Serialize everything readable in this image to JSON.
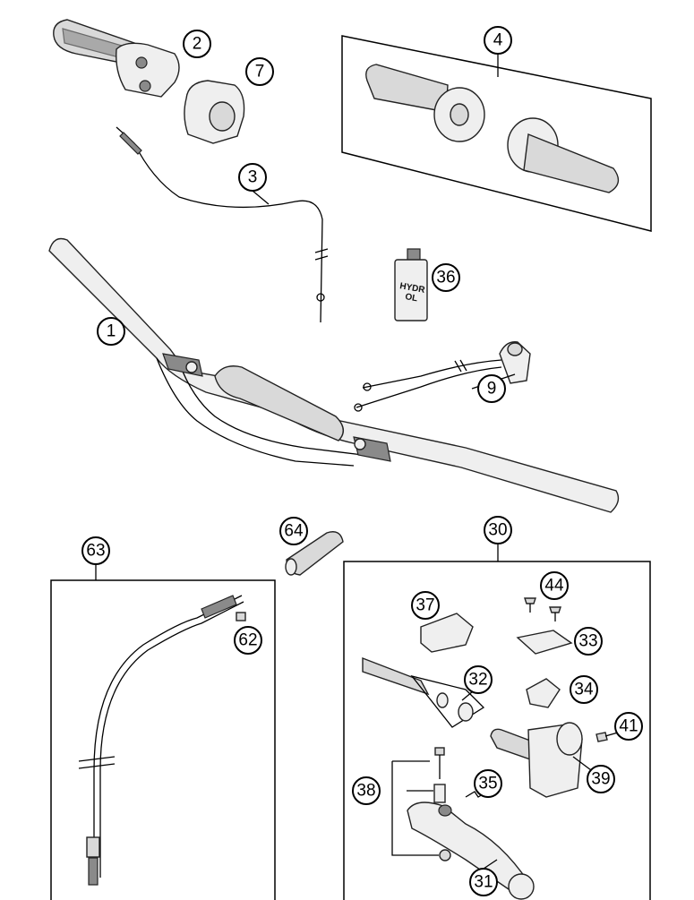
{
  "diagram": {
    "callouts": {
      "c1": "1",
      "c2": "2",
      "c3": "3",
      "c4": "4",
      "c7": "7",
      "c9": "9",
      "c30": "30",
      "c31": "31",
      "c32": "32",
      "c33": "33",
      "c34": "34",
      "c35": "35",
      "c36": "36",
      "c37": "37",
      "c38": "38",
      "c39": "39",
      "c41": "41",
      "c44": "44",
      "c62": "62",
      "c63": "63",
      "c64": "64"
    },
    "bottle_label_line1": "HYDR",
    "bottle_label_line2": "OL"
  }
}
